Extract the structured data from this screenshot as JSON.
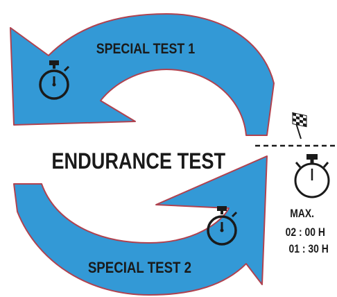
{
  "diagram": {
    "top_arrow_label": "SPECIAL TEST 1",
    "bottom_arrow_label": "SPECIAL TEST 2",
    "center_label": "ENDURANCE TEST",
    "max_label": "MAX.",
    "max_time_1": "02 : 00 H",
    "max_time_2": "01 : 30 H"
  },
  "colors": {
    "arrow_fill": "#3399d6",
    "arrow_stroke": "#b0424f",
    "text": "#1a1a1a"
  },
  "icons": [
    "stopwatch-icon",
    "checkered-flag-icon"
  ]
}
